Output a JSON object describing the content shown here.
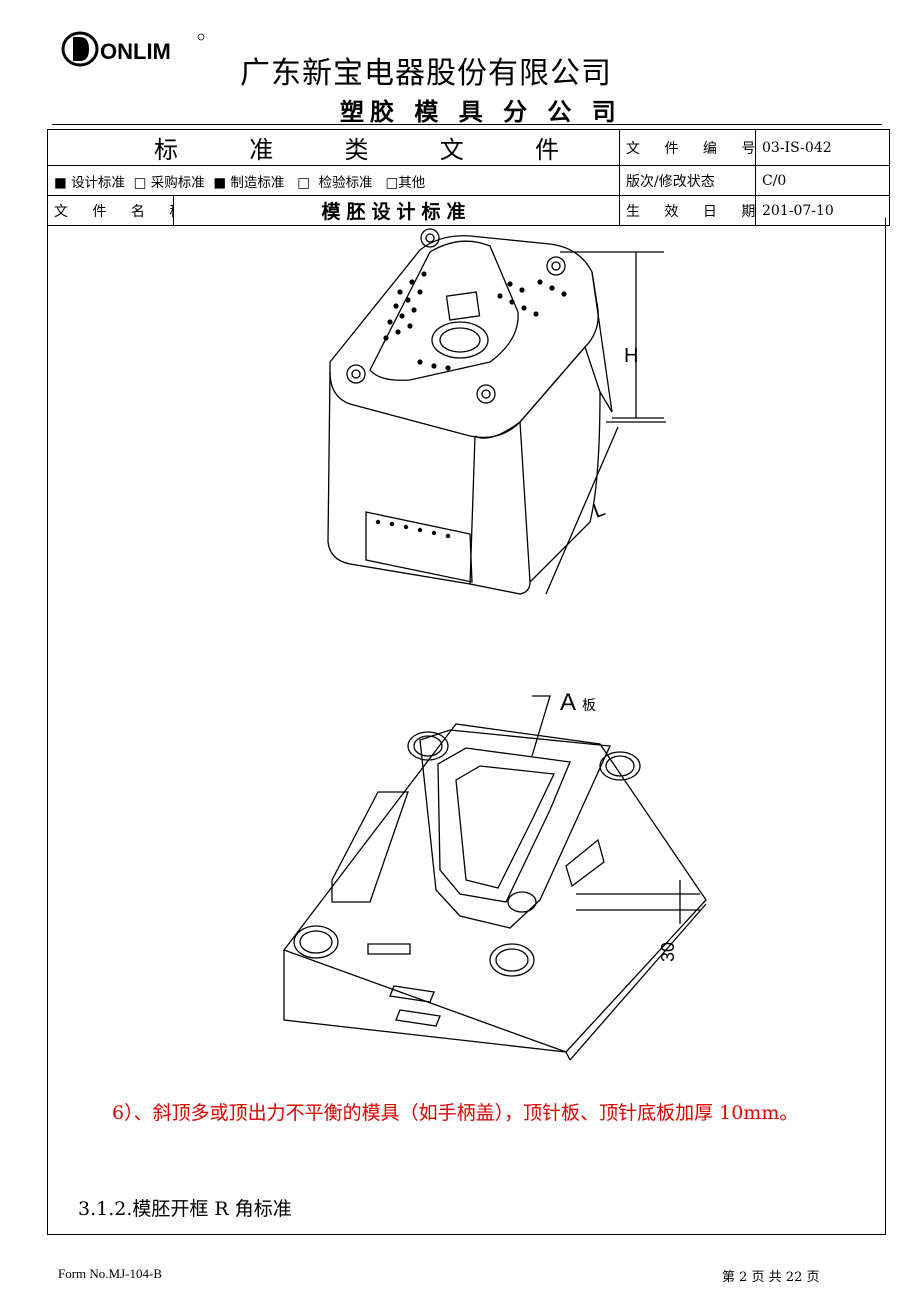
{
  "header": {
    "logo_text": "DONLIM",
    "company_name": "广东新宝电器股份有限公司",
    "division": "塑胶 模 具 分 公 司"
  },
  "doc_table": {
    "title_chars": [
      "标",
      "准",
      "类",
      "文",
      "件"
    ],
    "doc_number_label": "文 件 编 号",
    "doc_number": "03-IS-042",
    "categories": [
      {
        "mark": "■",
        "label": "设计标准"
      },
      {
        "mark": "□",
        "label": "采购标准"
      },
      {
        "mark": "■",
        "label": "制造标准"
      },
      {
        "mark": "□",
        "label": "检验标准"
      },
      {
        "mark": "□",
        "label": "其他"
      }
    ],
    "revision_label": "版次/修改状态",
    "revision": "C/0",
    "file_name_label": "文 件 名 称",
    "file_name": "模胚设计标准",
    "effective_date_label": "生 效 日 期",
    "effective_date": "201-07-10"
  },
  "figures": {
    "fig1_dim_h": "H",
    "fig1_dim_l": "L",
    "fig2_plate_label": "A",
    "fig2_plate_suffix": "板",
    "fig2_dim": "30"
  },
  "body": {
    "note": "6）、斜顶多或顶出力不平衡的模具（如手柄盖），顶针板、顶针底板加厚 10mm。",
    "note_color": "#e00000",
    "section_heading": "3.1.2.模胚开框 R 角标准"
  },
  "footer": {
    "form_no": "Form No.MJ-104-B",
    "page_info": "第 2 页 共 22 页"
  }
}
